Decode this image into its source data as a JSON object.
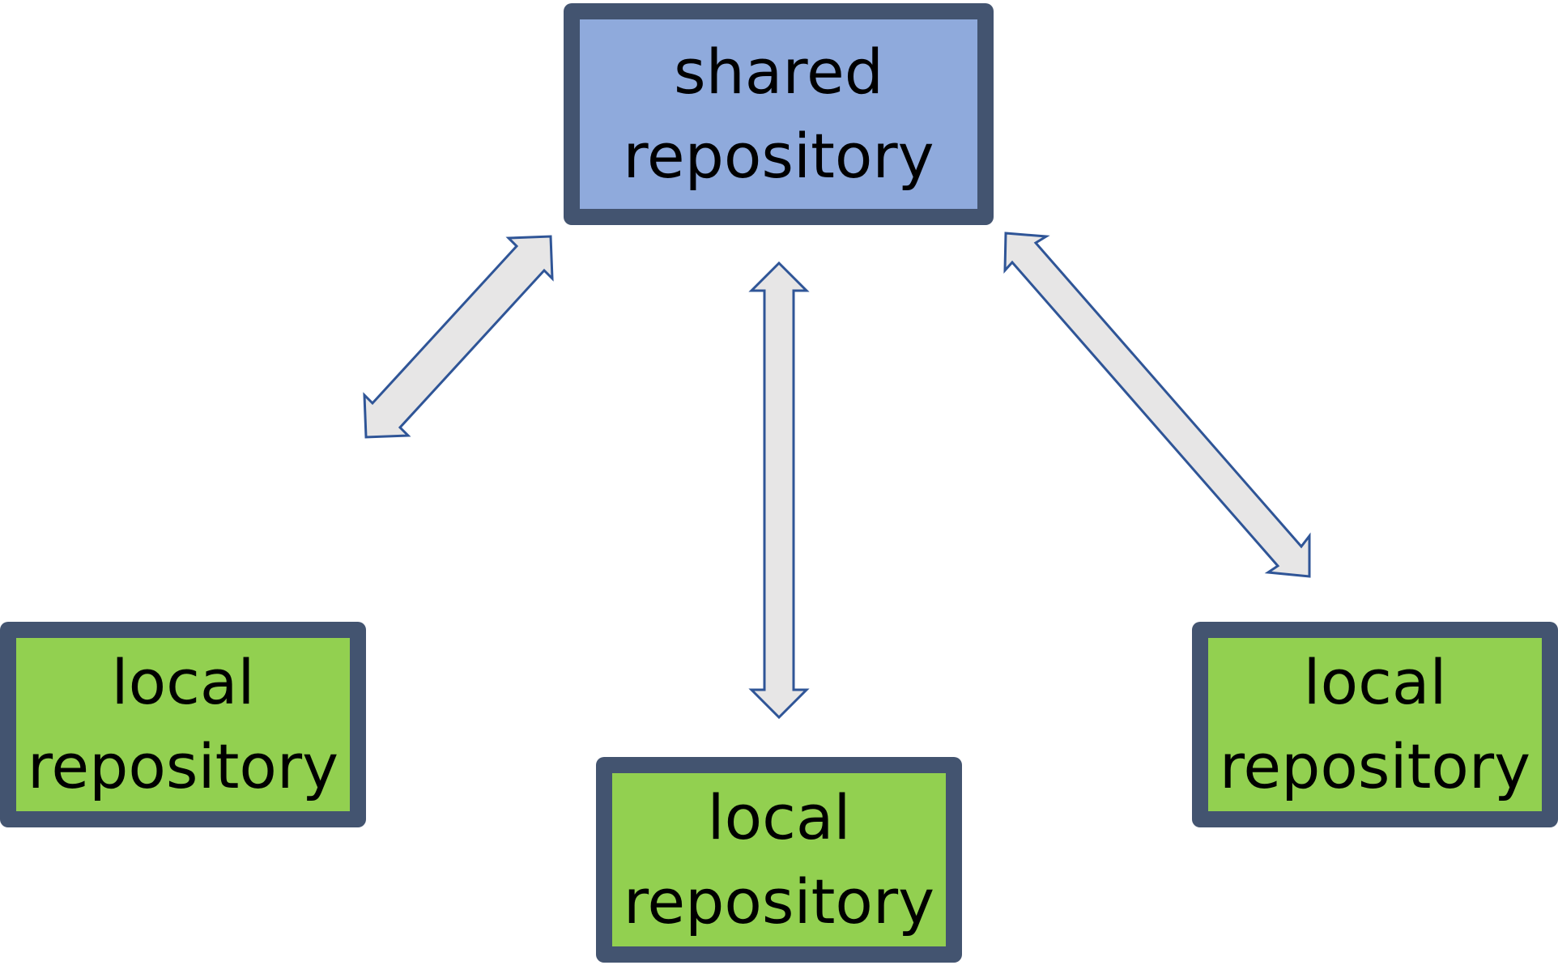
{
  "colors": {
    "border": "#435470",
    "shared_fill": "#8FAADC",
    "local_fill": "#92D050",
    "arrow_fill": "#E7E6E6",
    "arrow_stroke": "#2F5597"
  },
  "nodes": {
    "shared": {
      "line1": "shared",
      "line2": "repository"
    },
    "local_left": {
      "line1": "local",
      "line2": "repository"
    },
    "local_center": {
      "line1": "local",
      "line2": "repository"
    },
    "local_right": {
      "line1": "local",
      "line2": "repository"
    }
  },
  "edges": [
    {
      "from": "shared",
      "to": "local_left",
      "direction": "both"
    },
    {
      "from": "shared",
      "to": "local_center",
      "direction": "both"
    },
    {
      "from": "shared",
      "to": "local_right",
      "direction": "both"
    }
  ]
}
